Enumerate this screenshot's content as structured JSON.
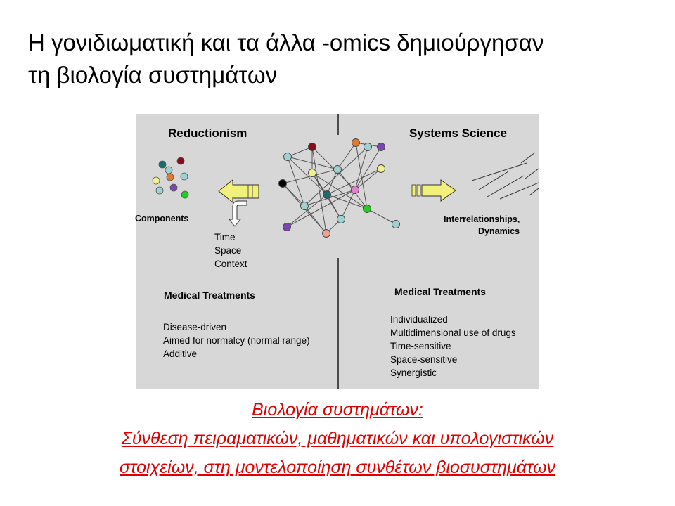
{
  "title": {
    "line1": "Η γονιδιωματική και τα άλλα  -omics δημιούργησαν",
    "line2": "τη βιολογία συστημάτων"
  },
  "figure": {
    "left_heading": "Reductionism",
    "right_heading": "Systems Science",
    "components_label": "Components",
    "factors": [
      "Time",
      "Space",
      "Context"
    ],
    "interrelationships_label_1": "Interrelationships,",
    "interrelationships_label_2": "Dynamics",
    "left_treatments_heading": "Medical Treatments",
    "left_treatments": [
      "Disease-driven",
      "Aimed for normalcy (normal range)",
      "Additive"
    ],
    "right_treatments_heading": "Medical Treatments",
    "right_treatments": [
      "Individualized",
      "Multidimensional use of drugs",
      "Time-sensitive",
      "Space-sensitive",
      "Synergistic"
    ],
    "colors": {
      "background": "#d7d7d7",
      "arrow_fill": "#f0f07a",
      "node_teal": "#9fd1d1",
      "node_dark_teal": "#1f6b6b",
      "node_purple": "#7b45b5",
      "node_dark_red": "#8b0a1a",
      "node_orange": "#e07a30",
      "node_yellow": "#f0f090",
      "node_green": "#22cc22",
      "node_pink": "#e080d0",
      "node_salmon": "#f0a090",
      "node_black": "#000000"
    }
  },
  "caption": {
    "line1": "Βιολογία συστημάτων:",
    "line2": "Σύνθεση πειραματικών, μαθηματικών  και  υπολογιστικών",
    "line3": "στοιχείων, στη μοντελοποίηση συνθέτων  βιοσυστημάτων",
    "color": "#e00000"
  }
}
